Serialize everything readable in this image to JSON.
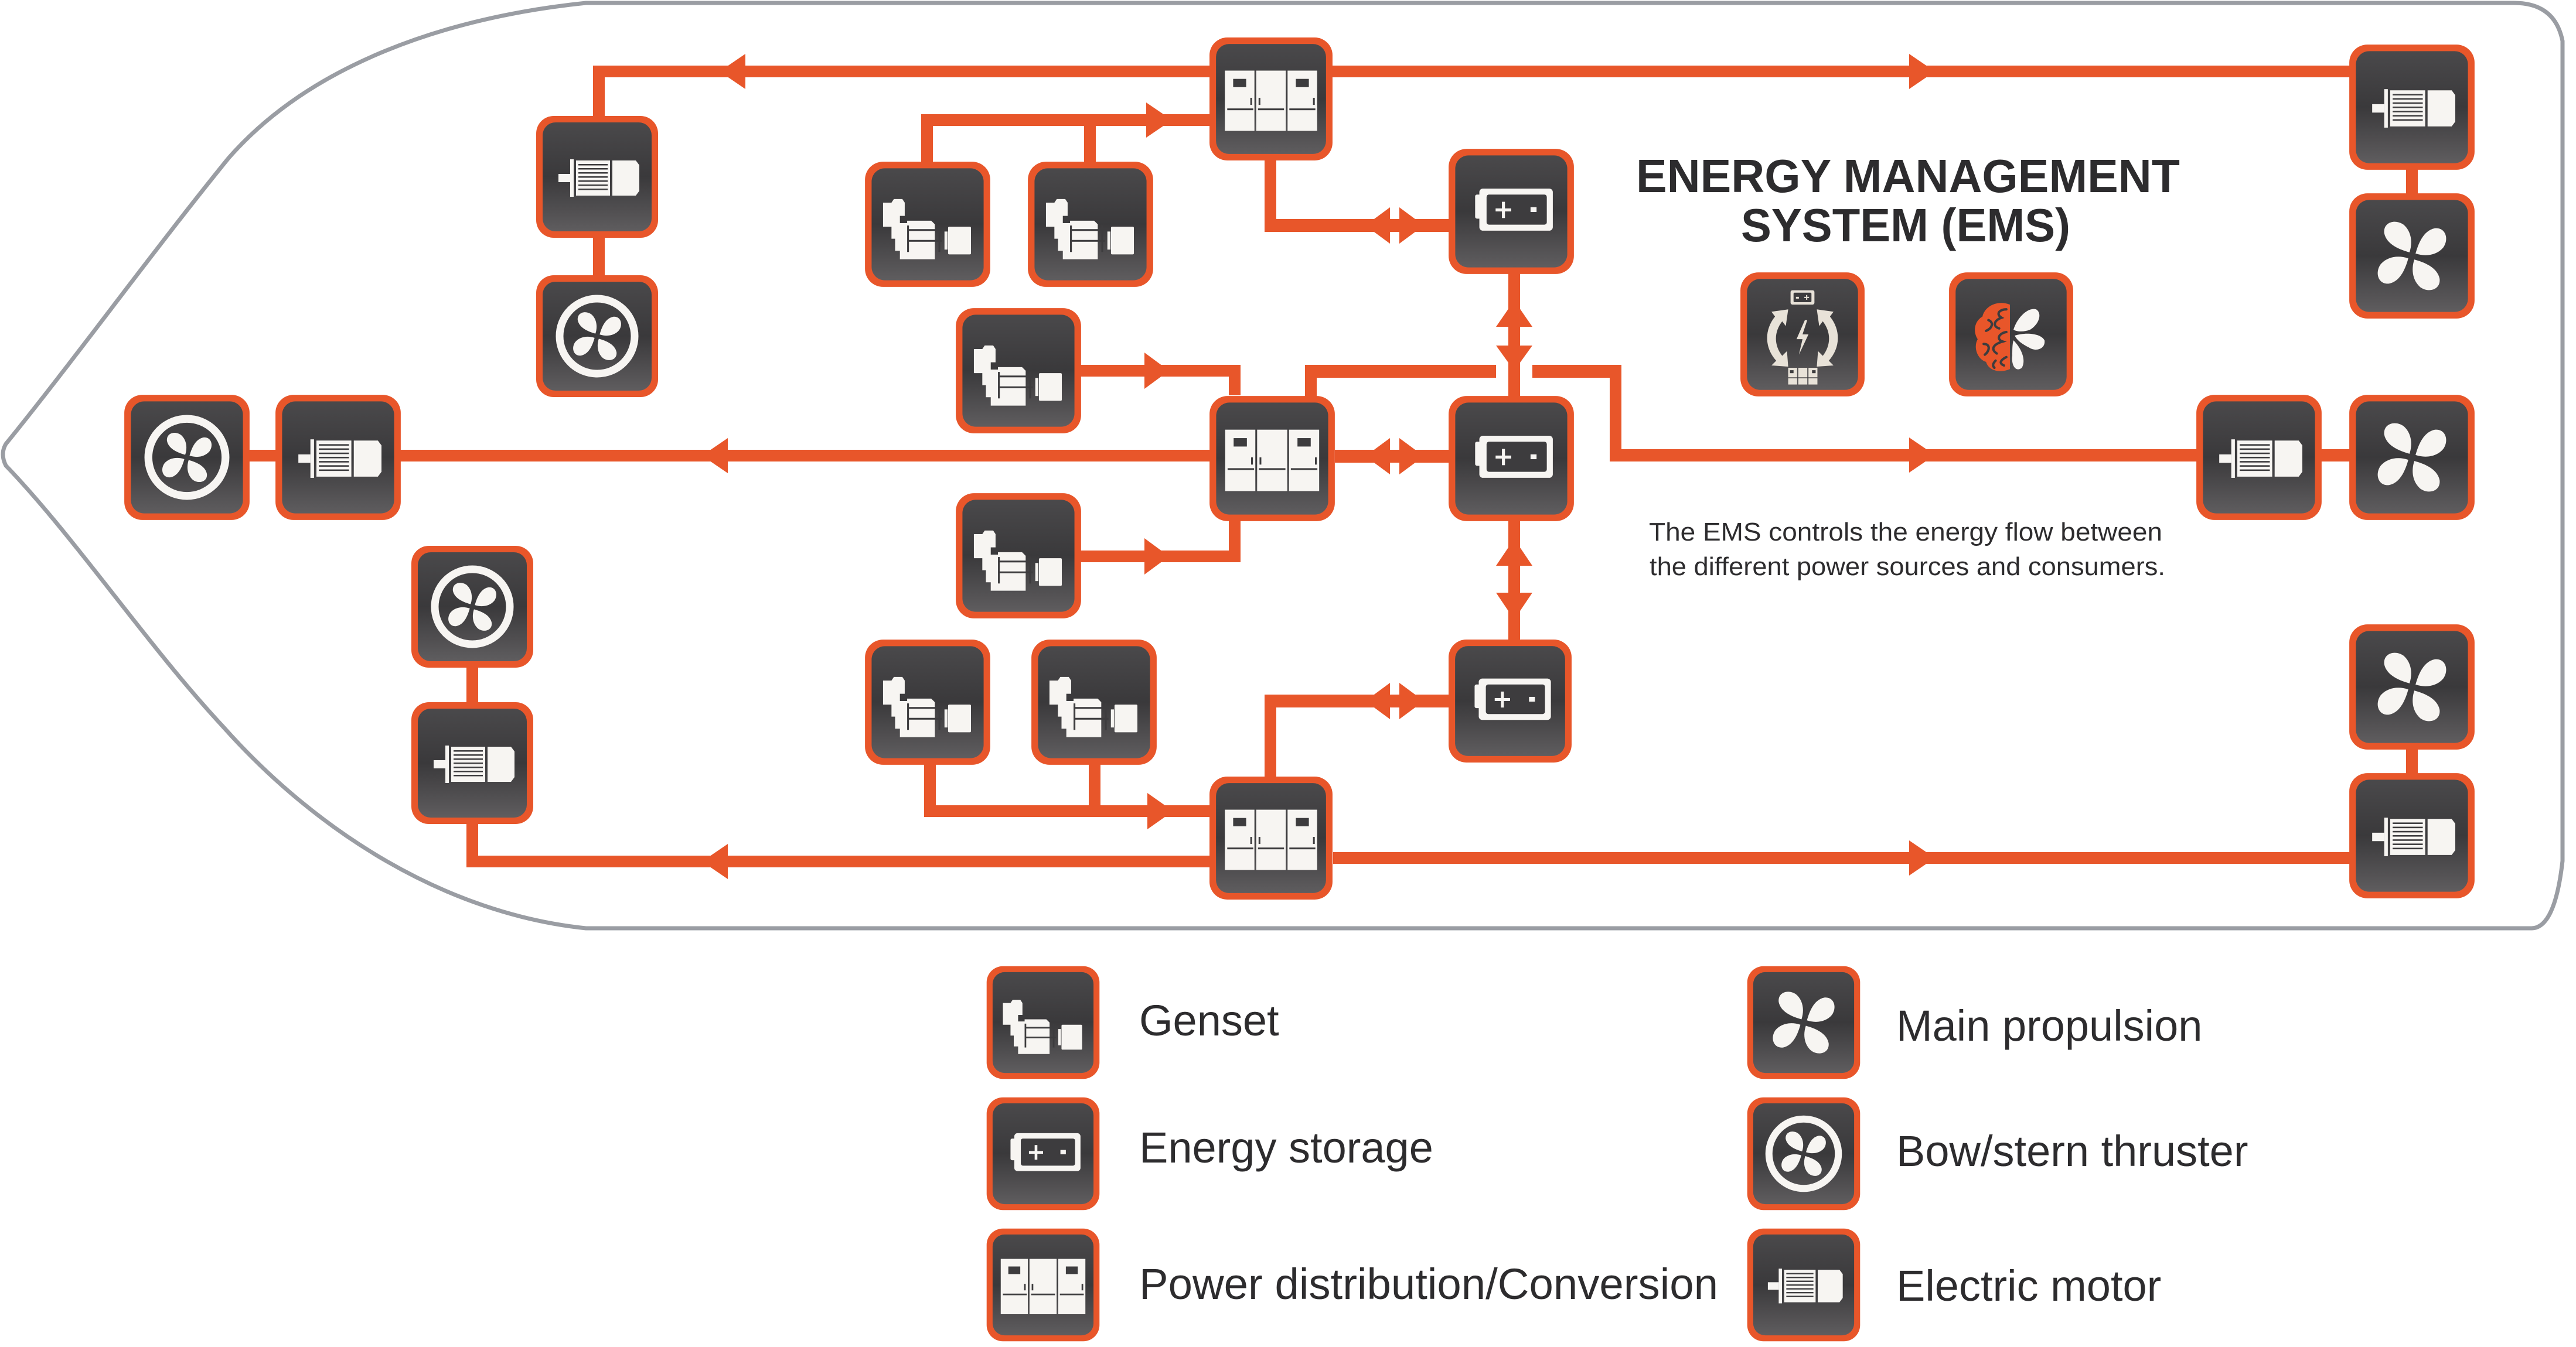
{
  "diagram": {
    "title_line1": "ENERGY MANAGEMENT",
    "title_line2": "SYSTEM (EMS)",
    "description_line1": "The EMS controls the energy flow between",
    "description_line2": "the different power sources and consumers.",
    "colors": {
      "wire": "#e8562a",
      "box_border": "#e8562a",
      "box_fill_top": "#3f3e40",
      "box_fill_bottom": "#5e5c5e",
      "icon": "#f7f5f2",
      "hull_outline": "#9a9da3",
      "text": "#2d2c2e"
    },
    "ems_icons": [
      {
        "id": "ems-energy-flow",
        "icon": "energy-flow-cycle-icon"
      },
      {
        "id": "ems-intelligence",
        "icon": "brain-propeller-icon"
      }
    ],
    "components": [
      {
        "id": "dist-top",
        "type": "power-distribution"
      },
      {
        "id": "dist-mid",
        "type": "power-distribution"
      },
      {
        "id": "dist-bottom",
        "type": "power-distribution"
      },
      {
        "id": "battery-top",
        "type": "energy-storage"
      },
      {
        "id": "battery-mid",
        "type": "energy-storage"
      },
      {
        "id": "battery-bottom",
        "type": "energy-storage"
      },
      {
        "id": "genset-a",
        "type": "genset"
      },
      {
        "id": "genset-b",
        "type": "genset"
      },
      {
        "id": "genset-c",
        "type": "genset"
      },
      {
        "id": "genset-d",
        "type": "genset"
      },
      {
        "id": "genset-e",
        "type": "genset"
      },
      {
        "id": "genset-f",
        "type": "genset"
      },
      {
        "id": "motor-bow-upper",
        "type": "electric-motor"
      },
      {
        "id": "thruster-bow-upper",
        "type": "bow-stern-thruster"
      },
      {
        "id": "motor-bow-center",
        "type": "electric-motor"
      },
      {
        "id": "thruster-bow-center",
        "type": "bow-stern-thruster"
      },
      {
        "id": "motor-bow-lower",
        "type": "electric-motor"
      },
      {
        "id": "thruster-bow-lower",
        "type": "bow-stern-thruster"
      },
      {
        "id": "motor-stern-upper",
        "type": "electric-motor"
      },
      {
        "id": "propeller-stern-upper",
        "type": "main-propulsion"
      },
      {
        "id": "motor-stern-center",
        "type": "electric-motor"
      },
      {
        "id": "propeller-stern-center",
        "type": "main-propulsion"
      },
      {
        "id": "motor-stern-lower",
        "type": "electric-motor"
      },
      {
        "id": "propeller-stern-lower",
        "type": "main-propulsion"
      }
    ]
  },
  "legend": {
    "items": [
      {
        "label": "Genset",
        "icon": "genset-icon"
      },
      {
        "label": "Energy storage",
        "icon": "battery-icon"
      },
      {
        "label": "Power distribution/Conversion",
        "icon": "switchboard-icon"
      },
      {
        "label": "Main propulsion",
        "icon": "propeller-icon"
      },
      {
        "label": "Bow/stern thruster",
        "icon": "thruster-icon"
      },
      {
        "label": "Electric motor",
        "icon": "electric-motor-icon"
      }
    ]
  }
}
